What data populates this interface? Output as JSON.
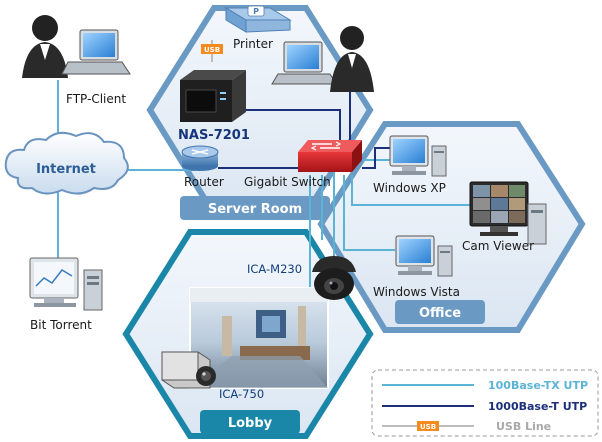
{
  "zones": {
    "server_room": "Server Room",
    "office": "Office",
    "lobby": "Lobby"
  },
  "devices": {
    "ftp_client": "FTP-Client",
    "internet": "Internet",
    "bit_torrent": "Bit Torrent",
    "printer": "Printer",
    "printer_badge": "P",
    "usb_tag": "USB",
    "nas": "NAS-7201",
    "router": "Router",
    "gigabit_switch": "Gigabit Switch",
    "windows_xp": "Windows XP",
    "cam_viewer": "Cam Viewer",
    "windows_vista": "Windows Vista",
    "ica_m230": "ICA-M230",
    "ica_750": "ICA-750"
  },
  "legend": {
    "utp_100": "100Base-TX UTP",
    "utp_1000": "1000Base-T UTP",
    "usb_line": "USB Line",
    "usb_tag": "USB"
  },
  "colors": {
    "line_100": "#5bb3d6",
    "line_1000": "#1b2f7a",
    "usb_line": "#bdbdbd",
    "usb_tag": "#f58a1e",
    "zone_server": "#6a9ac4",
    "zone_office": "#6a9ac4",
    "zone_lobby": "#1b87a8"
  }
}
